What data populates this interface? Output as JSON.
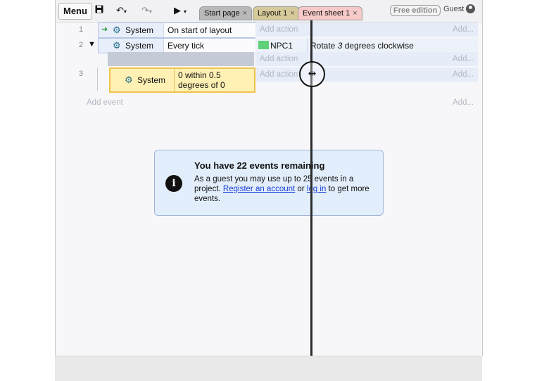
{
  "toolbar": {
    "menu_label": "Menu",
    "save_icon": "save-icon",
    "undo_icon": "undo-icon",
    "redo_icon": "redo-icon",
    "play_icon": "play-icon",
    "tabs": [
      {
        "label": "Start page",
        "color": "#b9b9b9"
      },
      {
        "label": "Layout 1",
        "color": "#d6ca9a"
      },
      {
        "label": "Event sheet 1",
        "color": "#f7c9c9"
      }
    ],
    "free_edition": "Free edition",
    "user": "Guest"
  },
  "events": [
    {
      "number": "1",
      "object": "System",
      "condition": "On start of layout",
      "add_action": "Add action",
      "add": "Add..."
    },
    {
      "number": "2",
      "object": "System",
      "condition": "Every tick",
      "action_object": "NPC1",
      "action_pre": "Rotate ",
      "action_value": "3",
      "action_post": " degrees clockwise",
      "add_action": "Add action",
      "add": "Add..."
    },
    {
      "number": "3",
      "object": "System",
      "condition_line1": "0 within 0.5",
      "condition_line2": "degrees of 0",
      "add_action": "Add action",
      "add": "Add..."
    }
  ],
  "add_event": "Add event",
  "add_event_right": "Add...",
  "notice": {
    "title": "You have 22 events remaining",
    "text1": "As a guest you may use up to 25 events in a project. ",
    "link1": "Register an account",
    "text2": " or ",
    "link2": "log in",
    "text3": " to get more events."
  },
  "colors": {
    "accent": "#1f6f8b",
    "link": "#1a40d8",
    "selected": "#fff0b3"
  }
}
